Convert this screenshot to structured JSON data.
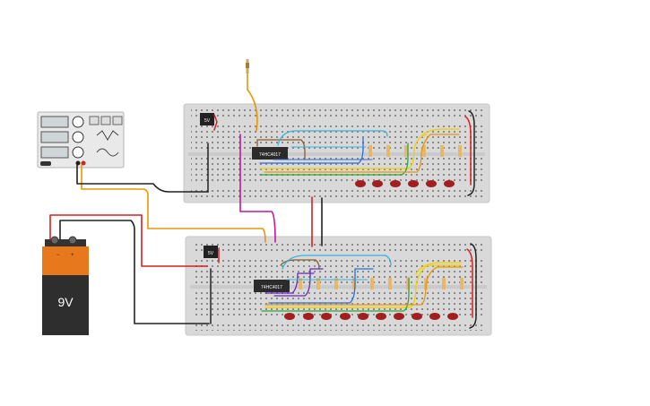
{
  "battery": {
    "voltage_label": "9V",
    "plus_sign": "+",
    "minus_sign": "−"
  },
  "breadboard_top": {
    "regulator_label": "5V",
    "chip_label": "74HC4017"
  },
  "breadboard_bottom": {
    "regulator_label": "5V",
    "chip_label": "74HC4017"
  },
  "function_generator": {
    "name": "function-generator"
  },
  "colors": {
    "breadboard": "#d9d9d9",
    "wire_red": "#d62020",
    "wire_black": "#222222",
    "wire_orange": "#e8950a",
    "wire_magenta": "#c2189b",
    "wire_cyan": "#36b3e0",
    "wire_blue": "#2a6fd6",
    "wire_yellow": "#f0d000",
    "wire_green": "#2fa83a",
    "wire_purple": "#6a2ab8",
    "wire_brown": "#8b5a2b",
    "led": "#a11f1f"
  }
}
